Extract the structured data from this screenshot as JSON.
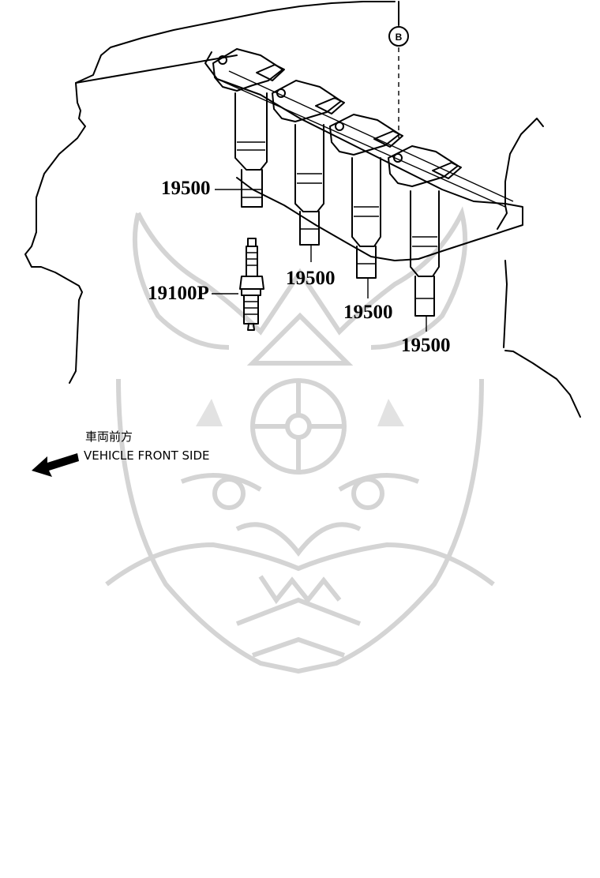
{
  "callout": {
    "letter": "B"
  },
  "parts": [
    {
      "number": "19500"
    },
    {
      "number": "19500"
    },
    {
      "number": "19500"
    },
    {
      "number": "19500"
    },
    {
      "number": "19100P"
    }
  ],
  "direction": {
    "label_jp": "車両前方",
    "label_en": "VEHICLE FRONT SIDE"
  },
  "icons": [
    "watermark-mask-icon",
    "direction-arrow-icon"
  ],
  "colors": {
    "line": "#000000",
    "watermark": "#d4d4d4",
    "background": "#ffffff"
  }
}
